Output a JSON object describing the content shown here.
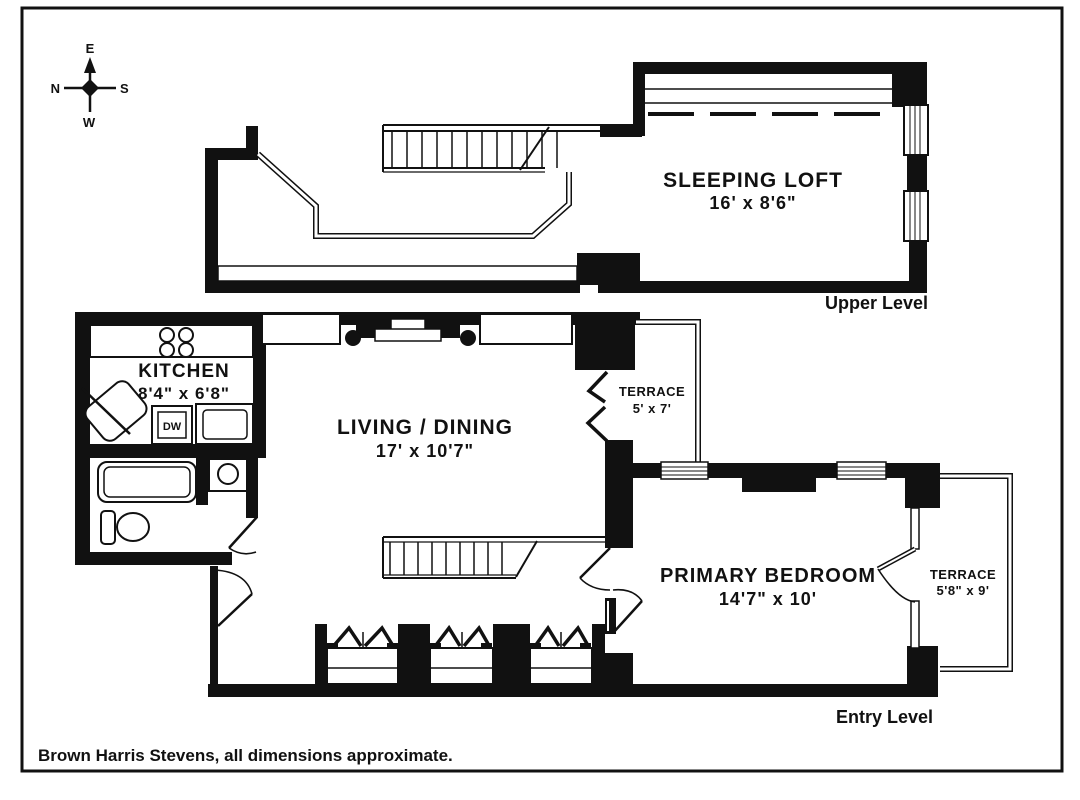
{
  "compass": {
    "north": "N",
    "east": "E",
    "south": "S",
    "west": "W"
  },
  "upper_level": {
    "label": "Upper Level",
    "sleeping_loft": {
      "name": "SLEEPING LOFT",
      "dims": "16' x 8'6\""
    }
  },
  "entry_level": {
    "label": "Entry Level",
    "kitchen": {
      "name": "KITCHEN",
      "dims": "8'4\" x 6'8\""
    },
    "living_dining": {
      "name": "LIVING / DINING",
      "dims": "17' x 10'7\""
    },
    "terrace_small": {
      "name": "TERRACE",
      "dims": "5' x 7'"
    },
    "primary_bedroom": {
      "name": "PRIMARY BEDROOM",
      "dims": "14'7\" x 10'"
    },
    "terrace_large": {
      "name": "TERRACE",
      "dims": "5'8\" x 9'"
    },
    "dishwasher_label": "DW"
  },
  "footer": {
    "disclaimer": "Brown Harris Stevens, all dimensions approximate."
  },
  "colors": {
    "ink": "#111111",
    "background": "#ffffff"
  }
}
